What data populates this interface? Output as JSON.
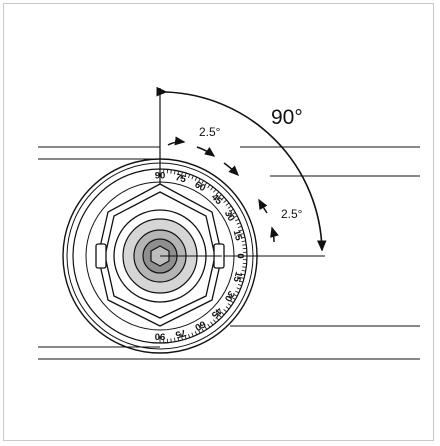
{
  "diagram": {
    "angle_total_label": "90°",
    "step_label_top": "2.5°",
    "step_label_right": "2.5°",
    "scale_top_labels": [
      "90",
      "75",
      "60",
      "45",
      "30",
      "15",
      "0",
      "15",
      "30",
      "45",
      "60",
      "75",
      "90"
    ],
    "scale_bottom_labels": [
      "90",
      "75",
      "60",
      "45"
    ]
  },
  "colors": {
    "line": "#111111",
    "hub_outer": "#bdbdbd",
    "hub_mid": "#9a9a9a",
    "hub_inner": "#7a7a7a",
    "frame": "#c8c8c8"
  }
}
